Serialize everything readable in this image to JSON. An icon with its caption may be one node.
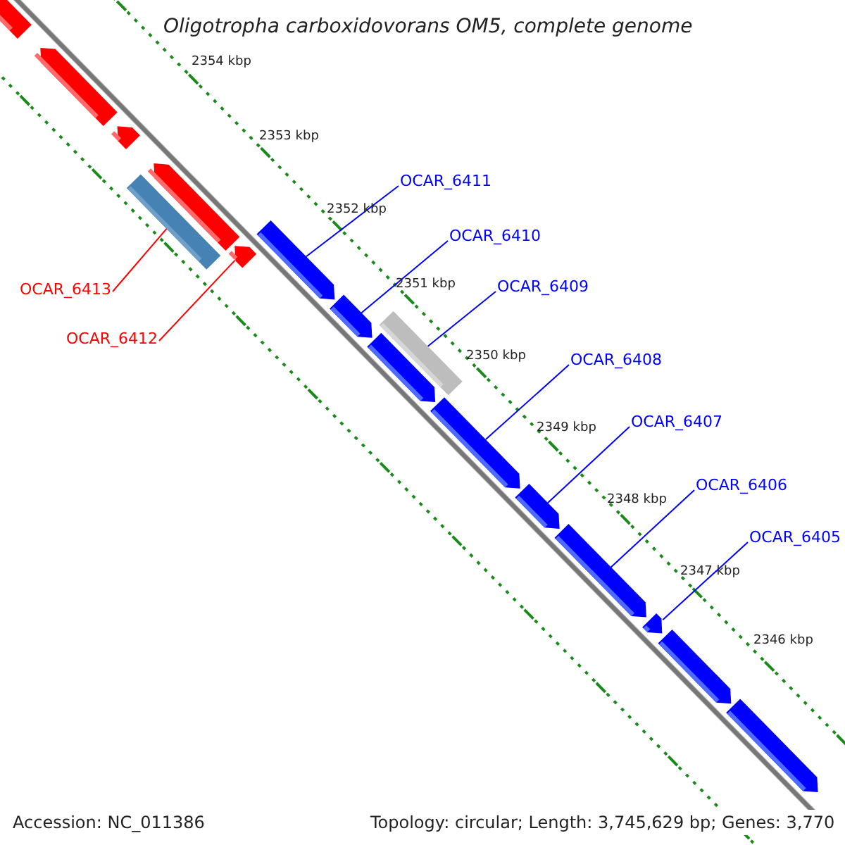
{
  "diagram": {
    "title": "Oligotropha carboxidovorans OM5, complete genome",
    "nodes": [
      {
        "text": [],
        "shape": "arrow"
      },
      {
        "text": [],
        "shape": "arrow"
      },
      {
        "text": [],
        "shape": "arrow"
      },
      {
        "text": [],
        "shape": "bar"
      },
      {
        "text": [],
        "shape": "arrow"
      },
      {
        "text": [],
        "shape": "arrow"
      },
      {
        "text": [],
        "shape": "arrow"
      },
      {
        "text": [],
        "shape": "arrow"
      },
      {
        "text": [],
        "shape": "bar"
      },
      {
        "text": [],
        "shape": "arrow"
      },
      {
        "text": [],
        "shape": "arrow"
      },
      {
        "text": [],
        "shape": "arrow"
      },
      {
        "text": [],
        "shape": "arrow"
      },
      {
        "text": [],
        "shape": "arrow"
      },
      {
        "text": [],
        "shape": "arrow"
      },
      {
        "text": [],
        "shape": "arrow"
      },
      {
        "text": [
          "OCAR_6411"
        ]
      },
      {
        "text": [
          "OCAR_6410"
        ]
      },
      {
        "text": [
          "OCAR_6409"
        ]
      },
      {
        "text": [
          "OCAR_6413"
        ]
      },
      {
        "text": [
          "OCAR_6412"
        ]
      },
      {
        "text": [
          "OCAR_6408"
        ]
      },
      {
        "text": [
          "OCAR_6407"
        ]
      },
      {
        "text": [
          "OCAR_6406"
        ]
      },
      {
        "text": [
          "OCAR_6405"
        ]
      }
    ],
    "edges": [
      {
        "from": 16,
        "to": 6,
        "arrow": "none"
      },
      {
        "from": 17,
        "to": 7,
        "arrow": "none"
      },
      {
        "from": 18,
        "to": 8,
        "arrow": "none"
      },
      {
        "from": 19,
        "to": 3,
        "arrow": "none",
        "color": "#ff0000"
      },
      {
        "from": 20,
        "to": 5,
        "arrow": "none",
        "color": "#ff0000"
      },
      {
        "from": 21,
        "to": 10,
        "arrow": "none"
      },
      {
        "from": 22,
        "to": 11,
        "arrow": "none"
      },
      {
        "from": 23,
        "to": 12,
        "arrow": "none"
      },
      {
        "from": 24,
        "to": 13,
        "arrow": "none"
      }
    ],
    "labels": [
      "2354 kbp",
      "2353 kbp",
      "2352 kbp",
      "2351 kbp",
      "2350 kbp",
      "2349 kbp",
      "2348 kbp",
      "2347 kbp",
      "2346 kbp",
      "Accession: NC_011386",
      "Topology: circular; Length: 3,745,629 bp; Genes: 3,770"
    ]
  }
}
